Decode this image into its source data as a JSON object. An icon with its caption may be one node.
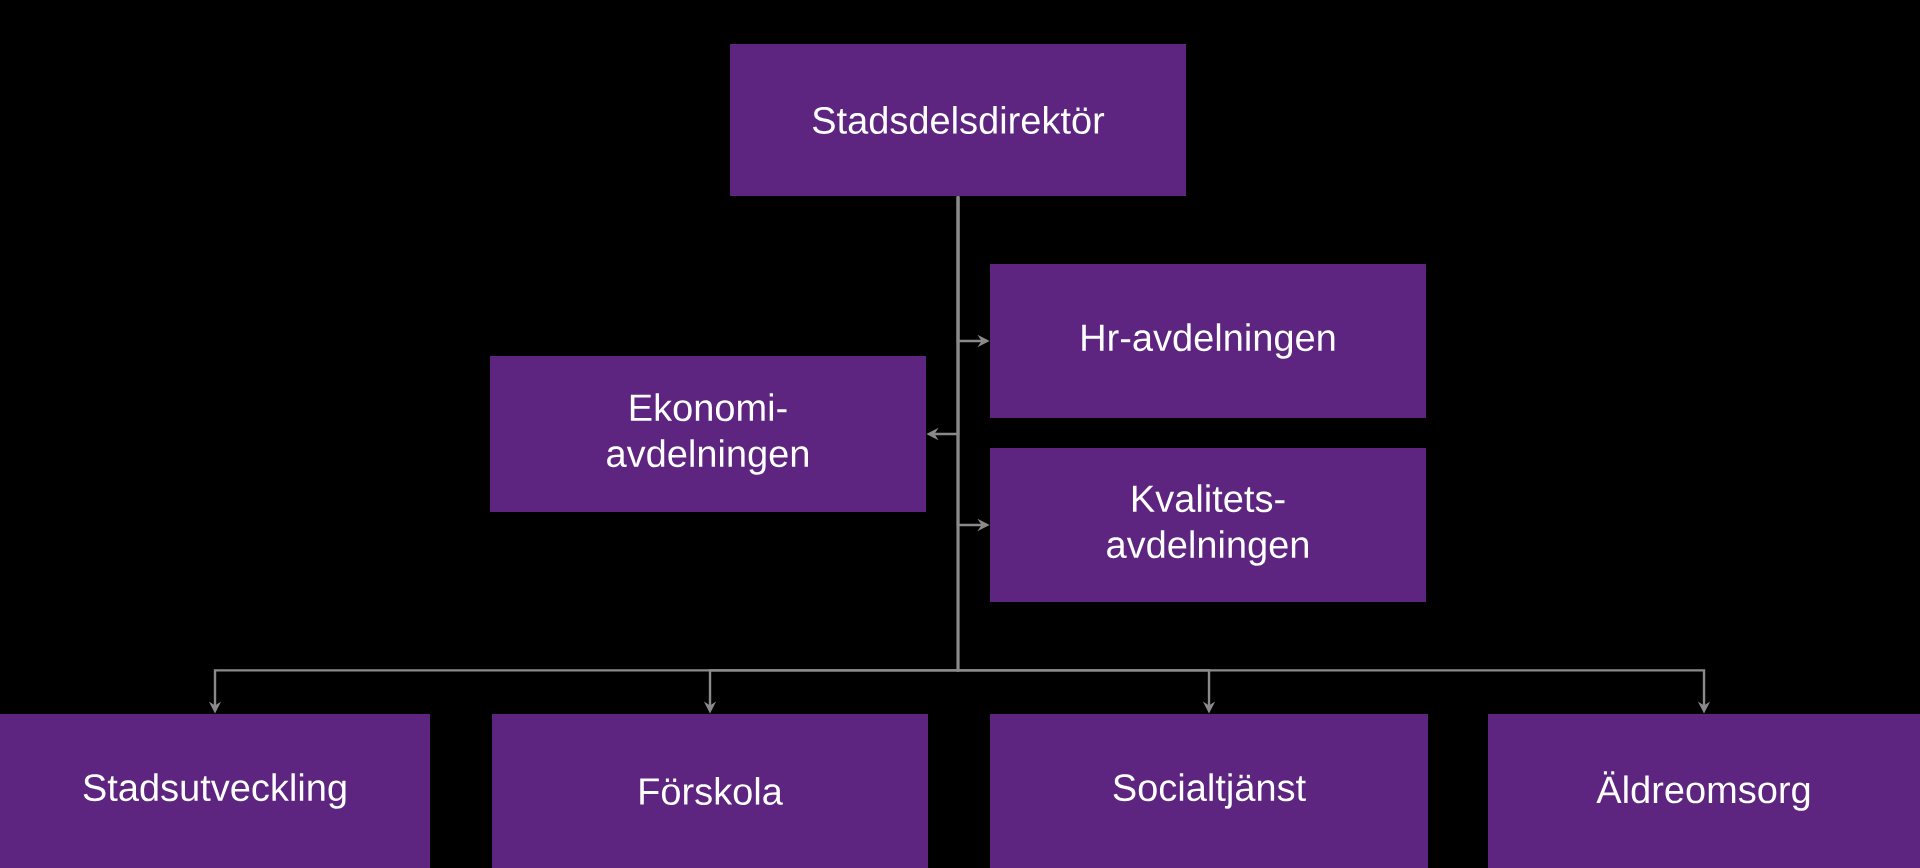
{
  "diagram": {
    "nodes": [
      {
        "text": [
          "Stadsdelsdirektör"
        ]
      },
      {
        "text": [
          "Hr-avdelningen"
        ]
      },
      {
        "text": [
          "Ekonomi- avdelningen"
        ]
      },
      {
        "text": [
          "Kvalitets- avdelningen"
        ]
      },
      {
        "text": [
          "Stadsutveckling"
        ]
      },
      {
        "text": [
          "Förskola"
        ]
      },
      {
        "text": [
          "Socialtjänst"
        ]
      },
      {
        "text": [
          "Äldreomsorg"
        ]
      }
    ],
    "edges": [
      {
        "from": 0,
        "to": 1,
        "arrow": "to"
      },
      {
        "from": 0,
        "to": 2,
        "arrow": "to"
      },
      {
        "from": 0,
        "to": 3,
        "arrow": "to"
      },
      {
        "from": 0,
        "to": 4,
        "arrow": "to"
      },
      {
        "from": 0,
        "to": 5,
        "arrow": "to"
      },
      {
        "from": 0,
        "to": 6,
        "arrow": "to"
      },
      {
        "from": 0,
        "to": 7,
        "arrow": "to"
      }
    ]
  }
}
